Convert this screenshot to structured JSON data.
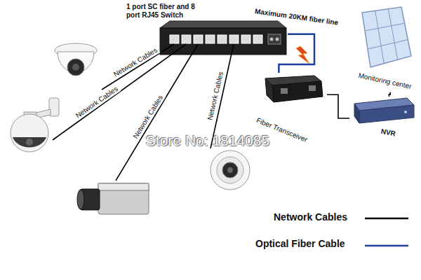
{
  "diagram": {
    "nodes": [
      {
        "text": [
          "1 port SC fiber and 8 port RJ45 Switch"
        ]
      },
      {
        "text": [
          "Monitoring center"
        ]
      },
      {
        "text": [
          "Fiber Transceiver"
        ]
      },
      {
        "text": [
          "NVR"
        ]
      }
    ],
    "edges": [
      {
        "from": 0,
        "to": 2,
        "label": "Maximum 20KM fiber line",
        "arrow": "none"
      },
      {
        "from": 1,
        "to": 3,
        "arrow": "none"
      },
      {
        "from": 2,
        "to": 3,
        "arrow": "none"
      }
    ],
    "labels": [
      "Network Cables",
      "Network Cables",
      "Network Cables",
      "Network Cables",
      "Store No: 1814085"
    ],
    "legend": [
      {
        "text": "Network Cables"
      },
      {
        "text": "Optical Fiber Cable"
      }
    ]
  }
}
